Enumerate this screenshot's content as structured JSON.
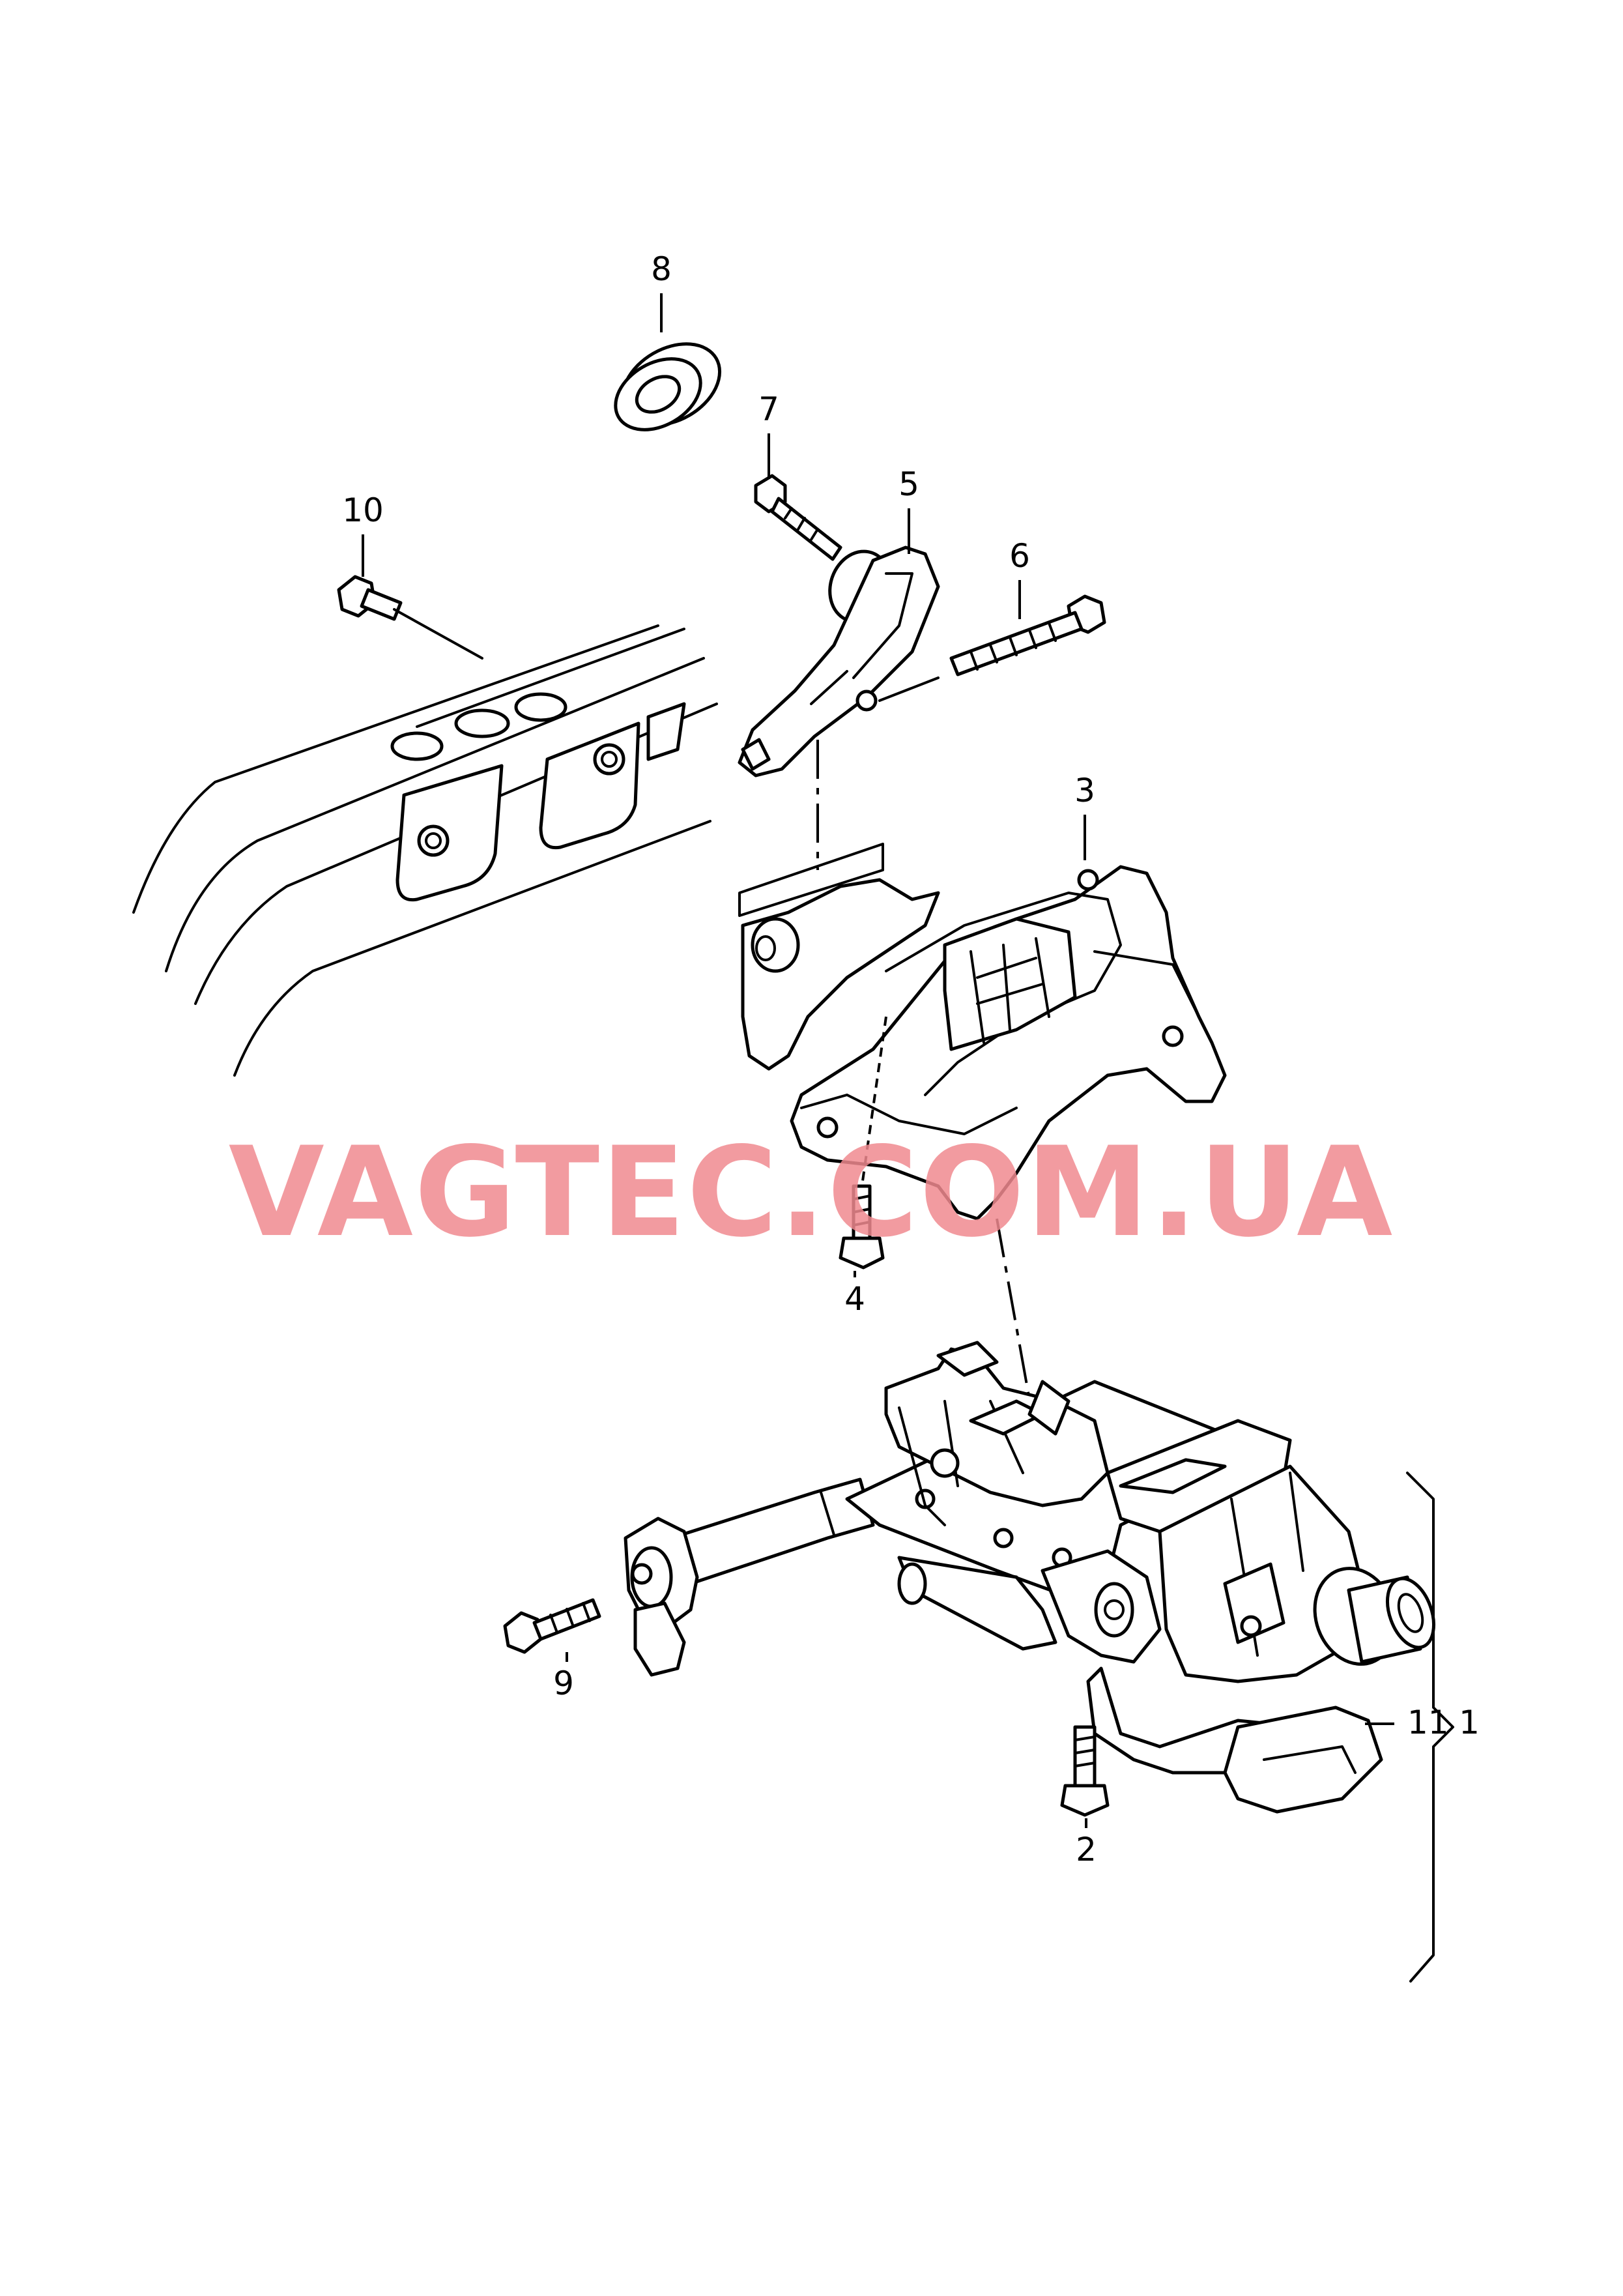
{
  "watermark": {
    "text": "VAGTEC.COM.UA",
    "color": "#f08a8f"
  },
  "callouts": {
    "c1": "1",
    "c2": "2",
    "c3": "3",
    "c4": "4",
    "c5": "5",
    "c6": "6",
    "c7": "7",
    "c8": "8",
    "c9": "9",
    "c10": "10",
    "c11": "11"
  },
  "colors": {
    "line": "#000000",
    "background": "#ffffff"
  }
}
